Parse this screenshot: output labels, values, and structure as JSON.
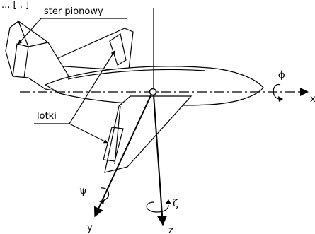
{
  "figure": {
    "top_text": "... [ , ]",
    "labels": {
      "rudder": "ster pionowy",
      "ailerons": "lotki"
    },
    "axes": {
      "x": "x",
      "y": "y",
      "z": "z"
    },
    "rotations": {
      "roll": "ϕ",
      "pitch": "ψ",
      "yaw": "ζ"
    }
  }
}
